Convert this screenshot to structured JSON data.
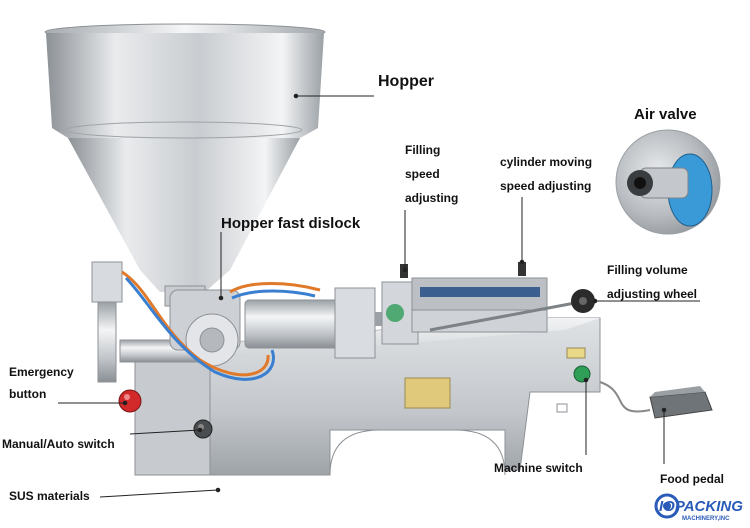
{
  "labels": {
    "hopper": "Hopper",
    "air_valve": "Air valve",
    "filling_speed": [
      "Filling",
      "speed",
      "adjusting"
    ],
    "cylinder_speed": [
      "cylinder moving",
      "speed adjusting"
    ],
    "hopper_fast_dislock": "Hopper fast dislock",
    "filling_volume": [
      "Filling volume",
      "adjusting wheel"
    ],
    "emergency": [
      "Emergency",
      "button"
    ],
    "manual_auto": "Manual/Auto switch",
    "machine_switch": "Machine switch",
    "food_pedal": "Food pedal",
    "sus": "SUS materials"
  },
  "logo": {
    "name": "IOPACKING",
    "sub": "MACHINERY,INC"
  },
  "colors": {
    "steel_light": "#e6e8ea",
    "steel_mid": "#b9bdc1",
    "steel_dark": "#7d8287",
    "hose_orange": "#e07a2a",
    "hose_blue": "#3a7fd0",
    "emergency_red": "#d22a2a",
    "switch_green": "#2f9e57",
    "logo_blue": "#2a5bb8"
  },
  "icons": {
    "air_valve_zoom": "air-valve-closeup",
    "logo_gear": "gear-icon"
  }
}
